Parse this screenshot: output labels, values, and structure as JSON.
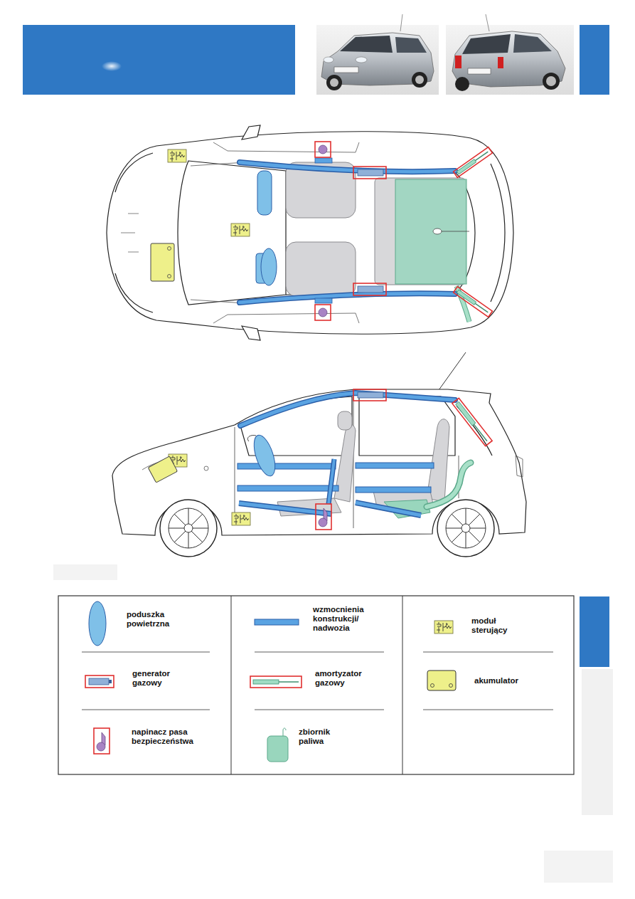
{
  "diagram": {
    "legend": [
      {
        "text": "poduszka powietrzna"
      },
      {
        "text": "wzmocnienia konstrukcji/ nadwozia"
      },
      {
        "text": "moduł sterujący"
      },
      {
        "text": "generator gazowy"
      },
      {
        "text": "amortyzator gazowy"
      },
      {
        "text": "akumulator"
      },
      {
        "text": "napinacz pasa bezpieczeństwa"
      },
      {
        "text": "zbiornik paliwa"
      }
    ]
  }
}
